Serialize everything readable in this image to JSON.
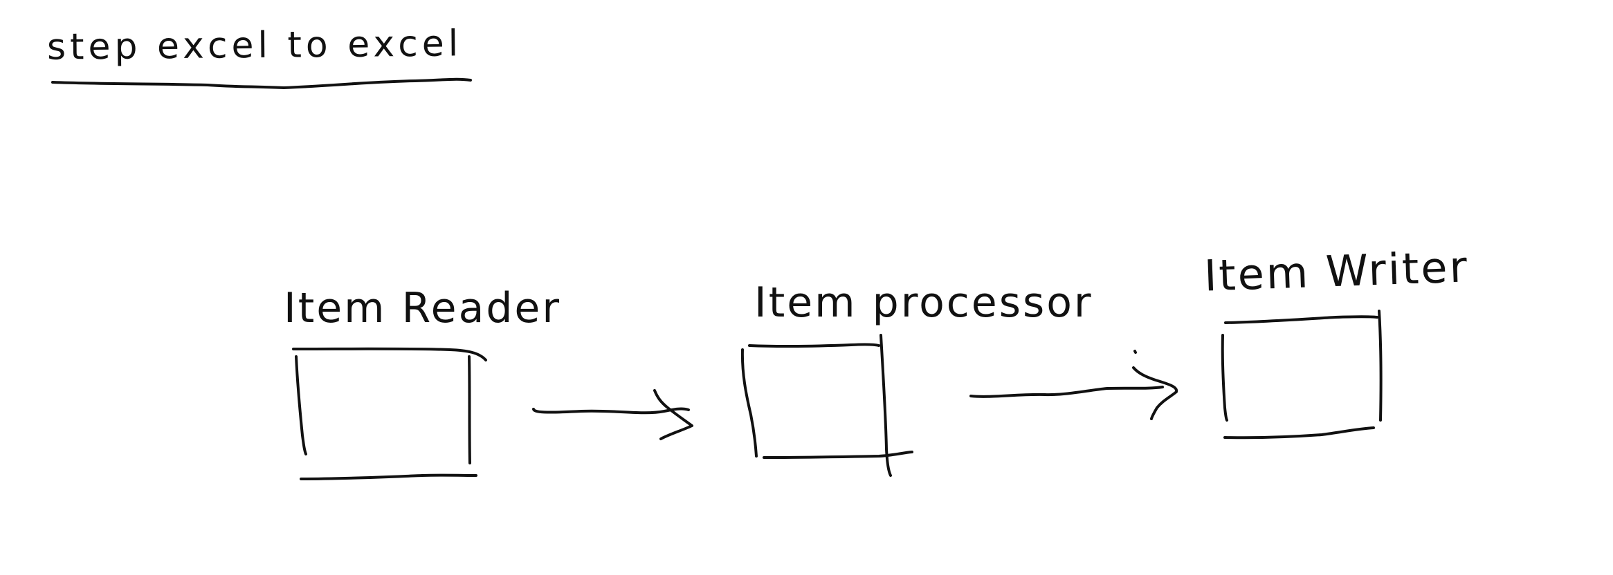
{
  "diagram": {
    "title": "step excel to excel",
    "components": [
      {
        "id": "reader",
        "label": "Item Reader"
      },
      {
        "id": "processor",
        "label": "Item processor"
      },
      {
        "id": "writer",
        "label": "Item Writer"
      }
    ],
    "edges": [
      {
        "from": "reader",
        "to": "processor"
      },
      {
        "from": "processor",
        "to": "writer"
      }
    ]
  }
}
